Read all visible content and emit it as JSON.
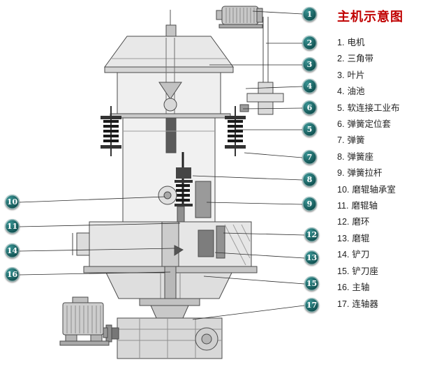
{
  "title": "主机示意图",
  "legend": [
    {
      "num": "1.",
      "label": "电机"
    },
    {
      "num": "2.",
      "label": "三角带"
    },
    {
      "num": "3.",
      "label": "叶片"
    },
    {
      "num": "4.",
      "label": "油池"
    },
    {
      "num": "5.",
      "label": "软连接工业布"
    },
    {
      "num": "6.",
      "label": "弹簧定位套"
    },
    {
      "num": "7.",
      "label": "弹簧"
    },
    {
      "num": "8.",
      "label": "弹簧座"
    },
    {
      "num": "9.",
      "label": "弹簧拉杆"
    },
    {
      "num": "10.",
      "label": "磨辊轴承室"
    },
    {
      "num": "11.",
      "label": "磨辊轴"
    },
    {
      "num": "12.",
      "label": "磨环"
    },
    {
      "num": "13.",
      "label": "磨辊"
    },
    {
      "num": "14.",
      "label": "铲刀"
    },
    {
      "num": "15.",
      "label": "铲刀座"
    },
    {
      "num": "16.",
      "label": "主轴"
    },
    {
      "num": "17.",
      "label": "连轴器"
    }
  ],
  "callout_numbers": [
    "1",
    "2",
    "3",
    "4",
    "5",
    "6",
    "7",
    "8",
    "9",
    "10",
    "11",
    "12",
    "13",
    "14",
    "15",
    "16",
    "17"
  ],
  "colors": {
    "title": "#c00000",
    "callout_dark": "#0c4b4b",
    "callout_light": "#3a9494"
  }
}
